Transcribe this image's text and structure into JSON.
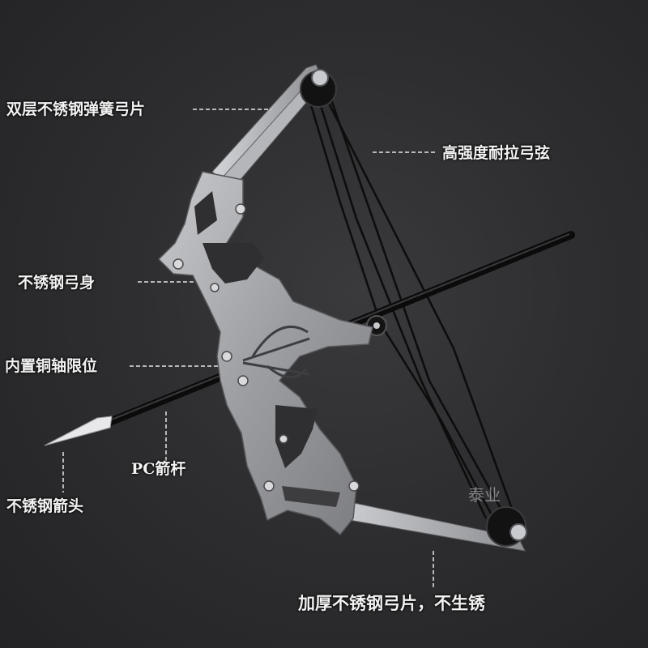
{
  "labels": {
    "limbs_double": "双层不锈钢弹簧弓片",
    "string": "高强度耐拉弓弦",
    "riser": "不锈钢弓身",
    "axle_stop": "内置铜轴限位",
    "arrow_shaft": "PC箭杆",
    "arrow_head": "不锈钢箭头",
    "limb_thick": "加厚不锈钢弓片，不生锈"
  },
  "watermark": "泰业",
  "colors": {
    "background": "#2e2e30",
    "steel": "#a9aaae",
    "steel_dark": "#6d6e72",
    "string": "#111111",
    "arrow": "#0b0b0c",
    "label_text": "#f2f2f2",
    "leader_line": "#e6e6e6"
  }
}
